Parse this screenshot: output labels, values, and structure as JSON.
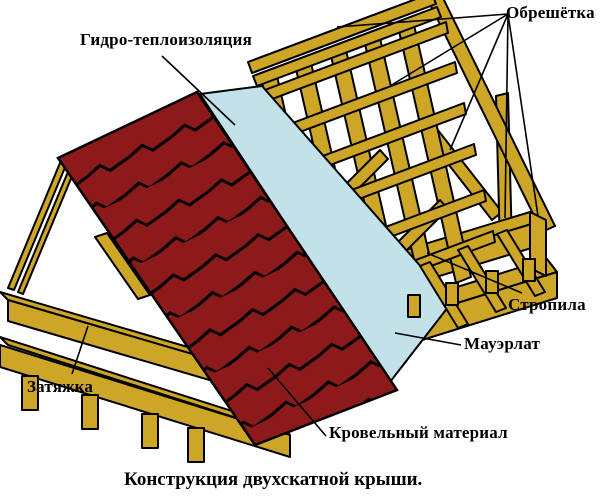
{
  "title": {
    "caption": "Конструкция двухскатной  крыши."
  },
  "colors": {
    "background": "#FFFFFF",
    "wood": "#CDA527",
    "roof_shingles": "#8C1A1A",
    "insulation": "#C2E1E9",
    "outline": "#000000"
  },
  "labels": {
    "obreshetka": {
      "text": "Обрешётка"
    },
    "gidro": {
      "text": "Гидро-теплоизоляция"
    },
    "stropila": {
      "text": "Стропила"
    },
    "mauerlat": {
      "text": "Мауэрлат"
    },
    "zatyazhka": {
      "text": "Затяжка"
    },
    "krovelny": {
      "text": "Кровельный материал"
    }
  }
}
